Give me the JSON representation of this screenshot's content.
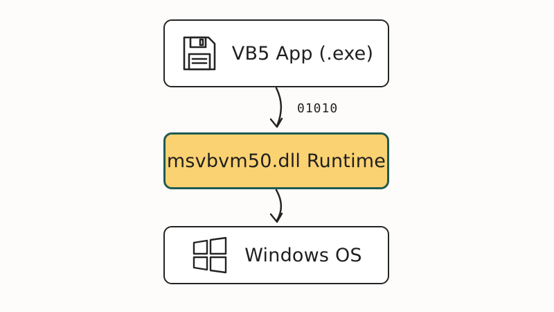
{
  "diagram": {
    "nodes": {
      "app": {
        "label": "VB5 App (.exe)",
        "icon": "floppy-disk-icon"
      },
      "runtime": {
        "label": "msvbvm50.dll Runtime",
        "fill_color": "#fbd272",
        "border_color": "#1e5a52"
      },
      "os": {
        "label": "Windows OS",
        "icon": "windows-logo-icon"
      }
    },
    "edges": [
      {
        "from": "app",
        "to": "runtime",
        "label": "01010"
      },
      {
        "from": "runtime",
        "to": "os",
        "label": ""
      }
    ]
  }
}
